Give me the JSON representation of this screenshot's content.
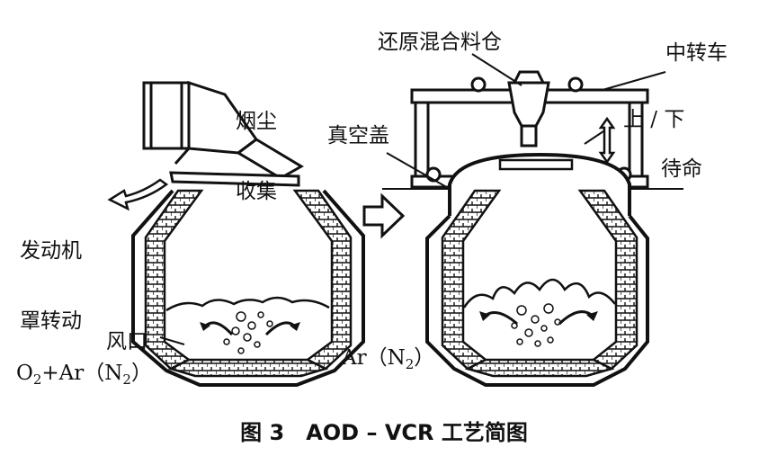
{
  "labels": {
    "smoke_collect_line1": "烟尘",
    "smoke_collect_line2": "收集",
    "hood_rotate_line1": "发动机",
    "hood_rotate_line2": "罩转动",
    "tuyere": "风口",
    "gas_left_prefix": "O",
    "gas_left_sub1": "2",
    "gas_left_mid": "+Ar（N",
    "gas_left_sub2": "2",
    "gas_left_suffix": "）",
    "reduction_bin": "还原混合料仓",
    "transfer_car": "中转车",
    "up_down": "上 / 下",
    "standby": "待命",
    "vacuum_lid": "真空盖",
    "gas_right_prefix": "Ar（N",
    "gas_right_sub": "2",
    "gas_right_suffix": "）"
  },
  "caption": "图 3　AOD – VCR 工艺简图"
}
